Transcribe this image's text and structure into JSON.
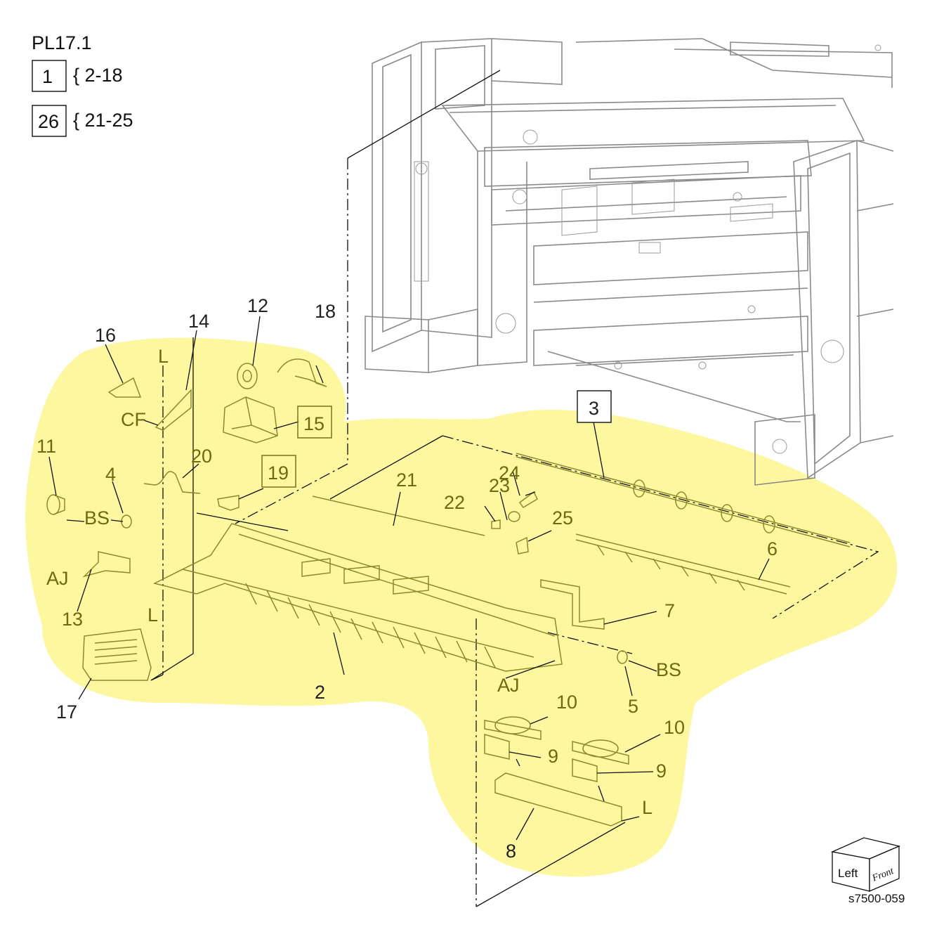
{
  "header": {
    "plate": "PL17.1",
    "group1": {
      "box": "1",
      "range": "{ 2-18"
    },
    "group2": {
      "box": "26",
      "range": "{ 21-25"
    }
  },
  "callouts": {
    "c2": "2",
    "c3": "3",
    "c4": "4",
    "c5": "5",
    "c6": "6",
    "c7": "7",
    "c8": "8",
    "c9a": "9",
    "c9b": "9",
    "c10a": "10",
    "c10b": "10",
    "c11": "11",
    "c12": "12",
    "c13": "13",
    "c14": "14",
    "c15": "15",
    "c16": "16",
    "c17": "17",
    "c18": "18",
    "c19": "19",
    "c20": "20",
    "c21": "21",
    "c22": "22",
    "c23": "23",
    "c24": "24",
    "c25": "25"
  },
  "codes": {
    "L1": "L",
    "L2": "L",
    "L3": "L",
    "CF": "CF",
    "BS1": "BS",
    "BS2": "BS",
    "AJ1": "AJ",
    "AJ2": "AJ"
  },
  "orientation": {
    "left": "Left",
    "front": "Front"
  },
  "figure_id": "s7500-059",
  "colors": {
    "highlight": "#fdf8a0",
    "part_line": "#8c8a2a",
    "frame_line": "#8a8a8a"
  }
}
